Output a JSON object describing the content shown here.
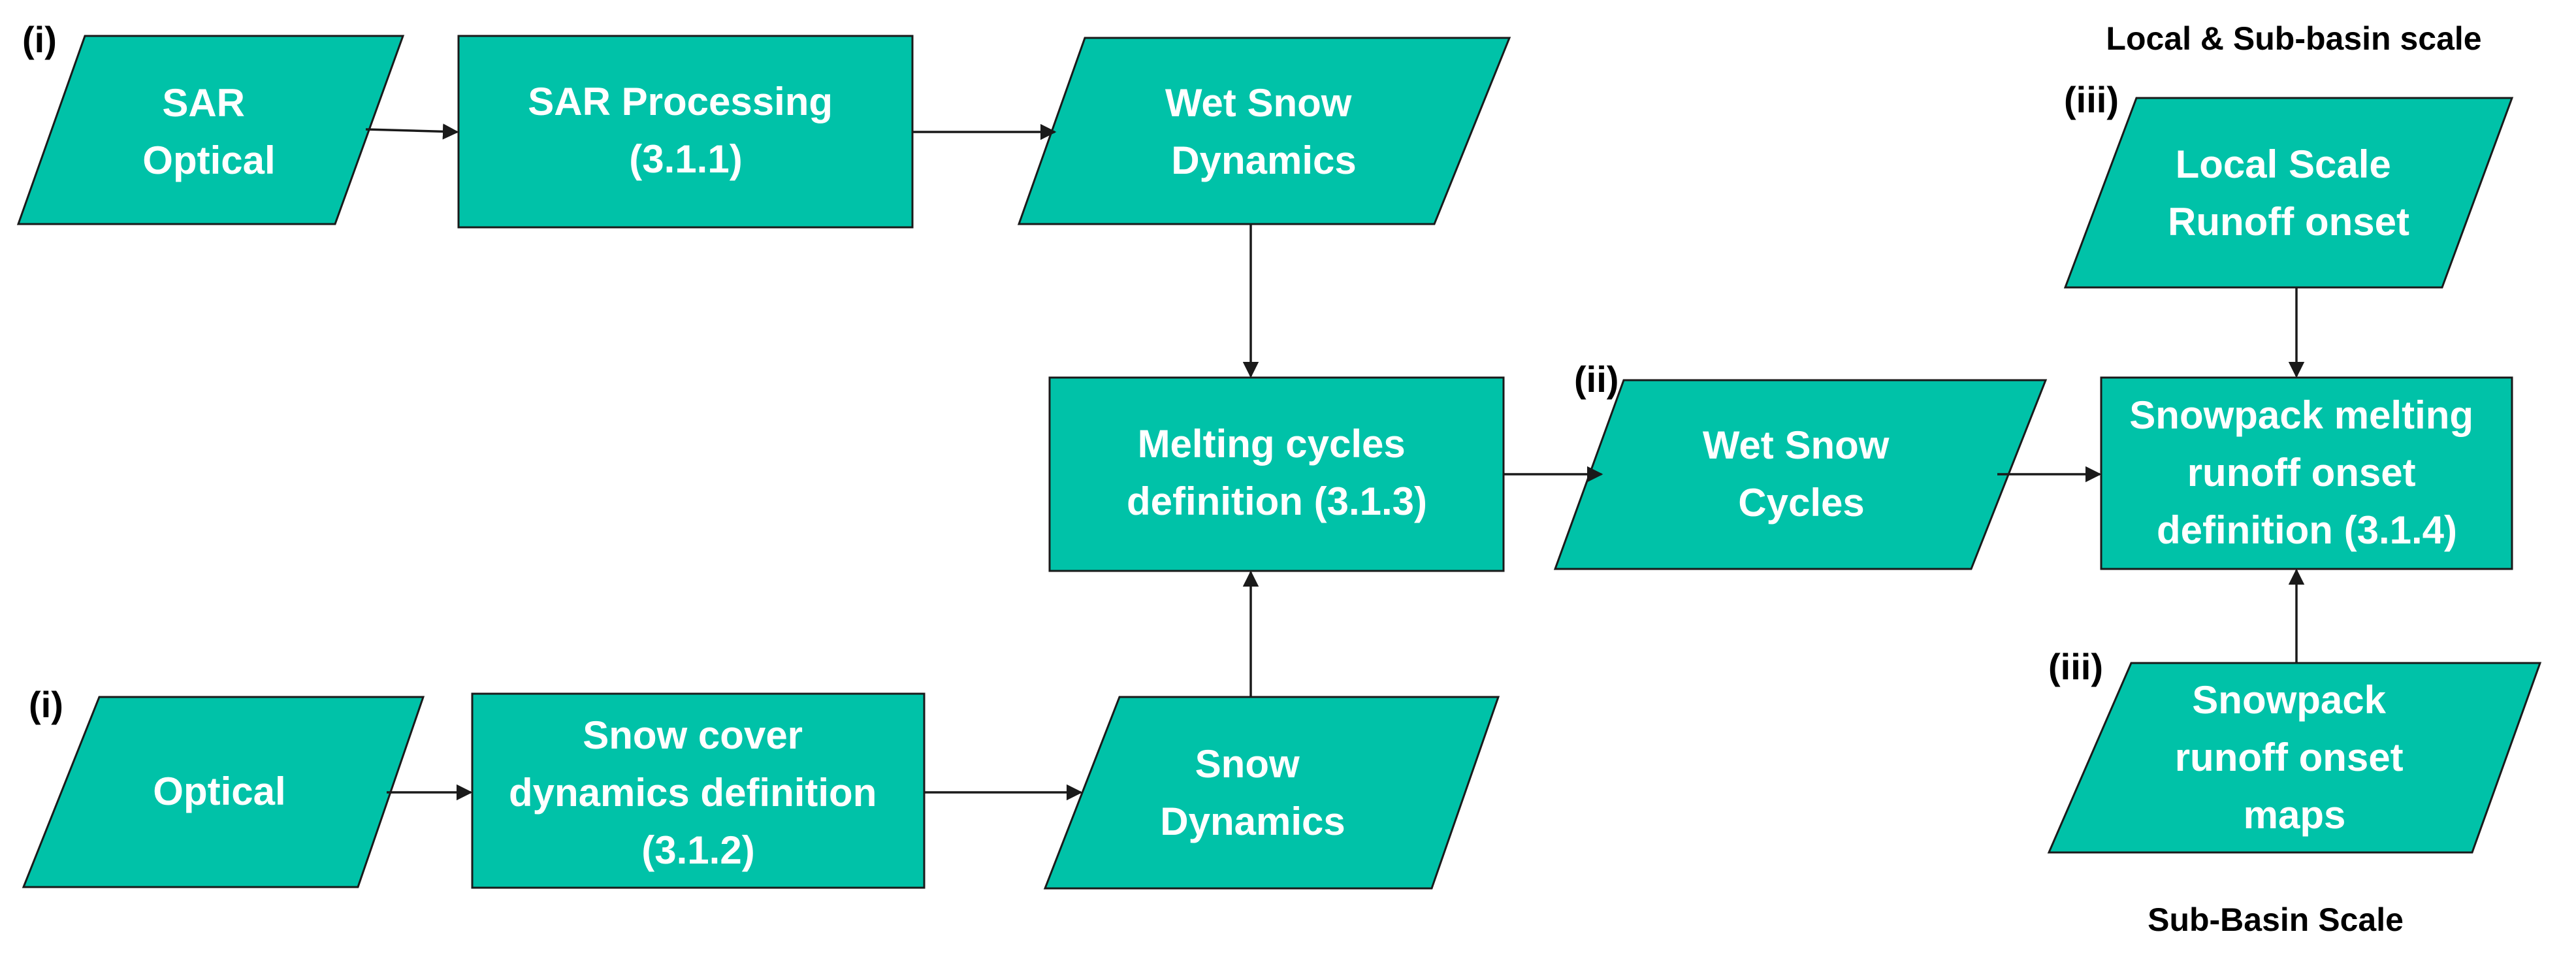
{
  "nodes": {
    "sar_optical": {
      "lines": [
        "SAR",
        "Optical"
      ]
    },
    "sar_processing": {
      "lines": [
        "SAR Processing",
        "(3.1.1)"
      ]
    },
    "wet_snow_dynamics": {
      "lines": [
        "Wet Snow",
        "Dynamics"
      ]
    },
    "melting_cycles": {
      "lines": [
        "Melting cycles",
        "definition (3.1.3)"
      ]
    },
    "wet_snow_cycles": {
      "lines": [
        "Wet Snow",
        "Cycles"
      ]
    },
    "snowpack_melting": {
      "lines": [
        "Snowpack melting",
        "runoff onset",
        "definition (3.1.4)"
      ]
    },
    "local_runoff": {
      "lines": [
        "Local Scale",
        "Runoff onset"
      ]
    },
    "snowpack_maps": {
      "lines": [
        "Snowpack",
        "runoff onset",
        "maps"
      ]
    },
    "optical": {
      "lines": [
        "Optical"
      ]
    },
    "snow_cover": {
      "lines": [
        "Snow cover",
        "dynamics definition",
        "(3.1.2)"
      ]
    },
    "snow_dynamics": {
      "lines": [
        "Snow",
        "Dynamics"
      ]
    }
  },
  "labels": {
    "input_top": "(i)",
    "input_bottom": "(i)",
    "wet_snow_cycles": "(ii)",
    "local_runoff": "(iii)",
    "snowpack_maps": "(iii)"
  },
  "scales": {
    "local": "Local & Sub-basin scale",
    "sub_basin": "Sub-Basin Scale"
  },
  "colors": {
    "shape_fill": "#00C2A8",
    "shape_stroke": "#1a1a1a",
    "text_on_shape": "#ffffff"
  }
}
